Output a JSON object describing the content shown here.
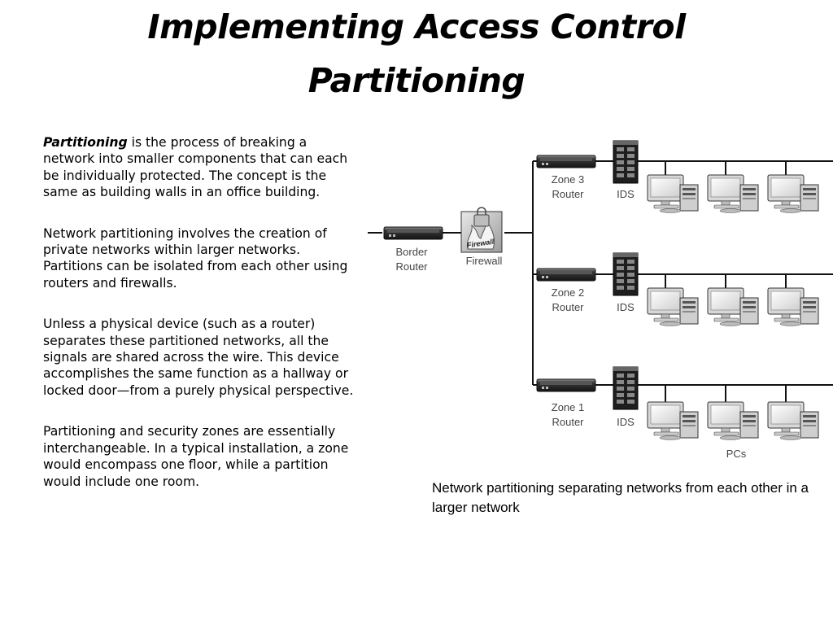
{
  "title": {
    "line1": "Implementing Access Control",
    "line2": "Partitioning"
  },
  "body": {
    "p1_term": "Partitioning",
    "p1_rest": " is the process of breaking a network into smaller components that can each be individually protected. The concept is the same as building walls in an office building.",
    "p2": "Network partitioning involves the creation of private networks within larger networks. Partitions can be isolated from each other using routers and firewalls.",
    "p3": "Unless a physical device (such as a router) separates these partitioned networks, all the signals are shared across the wire. This device accomplishes the same function as a hallway or locked door—from a purely physical perspective.",
    "p4": "Partitioning and security zones are essentially interchangeable. In a typical installation, a zone would encompass one floor, while a partition would include one room."
  },
  "diagram": {
    "border_router": [
      "Border",
      "Router"
    ],
    "firewall_label": "Firewall",
    "firewall_icon_text": "Firewall",
    "zones": [
      {
        "line1": "Zone 3",
        "line2": "Router",
        "ids": "IDS"
      },
      {
        "line1": "Zone 2",
        "line2": "Router",
        "ids": "IDS"
      },
      {
        "line1": "Zone 1",
        "line2": "Router",
        "ids": "IDS"
      }
    ],
    "pcs_label": "PCs",
    "colors": {
      "line": "#111111",
      "label": "#444444",
      "router_body": "#2a2a2a",
      "ids_body": "#1e1e1e",
      "monitor_frame": "#d8d8d8"
    }
  },
  "caption": "Network partitioning separating networks from each other in a larger network"
}
